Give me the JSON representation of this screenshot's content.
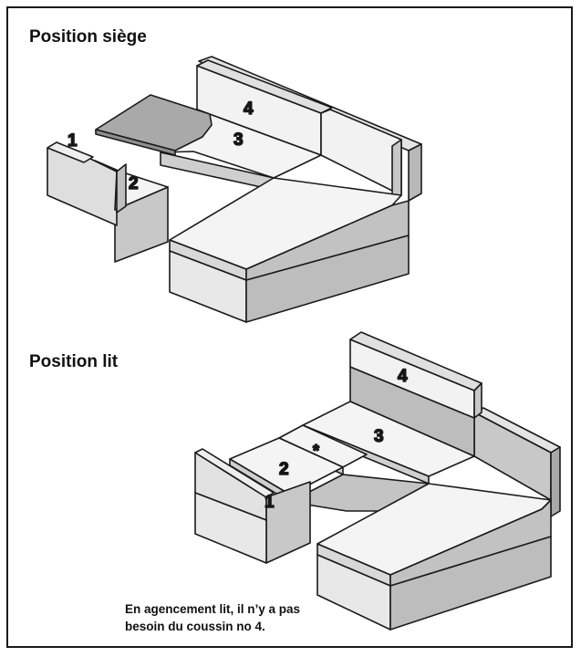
{
  "seat_section": {
    "title": "Position siège",
    "labels": {
      "p1": "1",
      "p2": "2",
      "p3": "3",
      "p4": "4"
    }
  },
  "bed_section": {
    "title": "Position lit",
    "labels": {
      "p1": "1",
      "p2": "2",
      "p3": "3",
      "p4": "4",
      "star": "*"
    }
  },
  "note": {
    "line1": "En agencement lit, il n’y a pas",
    "line2": "besoin du coussin no 4."
  },
  "colors": {
    "outline": "#1a1a1a",
    "light": "#f2f2f2",
    "mid": "#dcdcdc",
    "dark": "#b8b8b8",
    "tabletop": "#a9a9a9"
  }
}
